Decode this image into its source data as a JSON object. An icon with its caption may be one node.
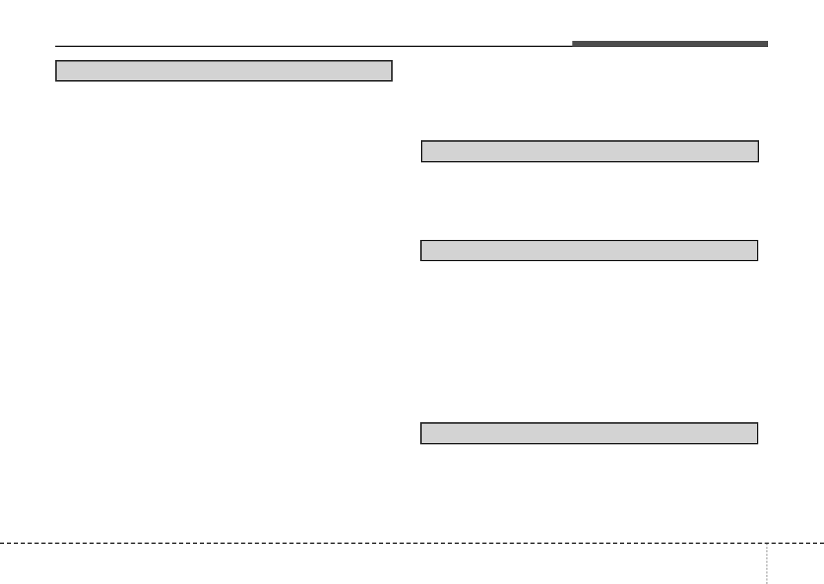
{
  "diagram": {
    "nodes": [
      {
        "text": [],
        "shape": "box"
      },
      {
        "text": [],
        "shape": "box"
      },
      {
        "text": [],
        "shape": "box"
      },
      {
        "text": [],
        "shape": "box"
      }
    ]
  }
}
